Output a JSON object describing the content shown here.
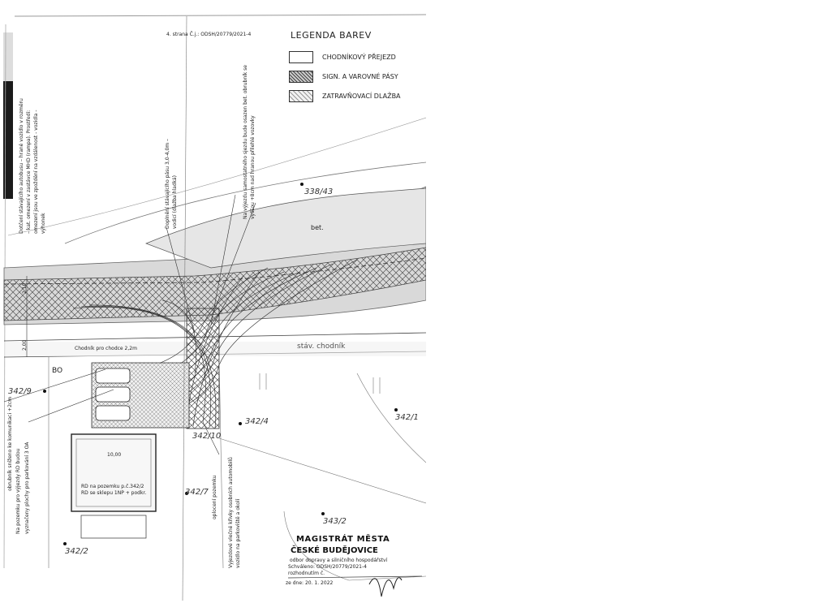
{
  "document": {
    "reference": "4. strana Č.j.: ODSH/20779/2021-4",
    "legend": {
      "title": "LEGENDA  BAREV",
      "items": [
        {
          "label": "CHODNÍKOVÝ PŘEJEZD",
          "pattern": "plain"
        },
        {
          "label": "SIGN. A VAROVNÉ PÁSY",
          "pattern": "dense"
        },
        {
          "label": "ZATRAVŇOVACÍ DLAŽBA",
          "pattern": "sparse"
        }
      ]
    },
    "parcels": [
      "338/43",
      "342/10",
      "342/4",
      "342/1",
      "342/9",
      "342/7",
      "342/2",
      "343/2",
      "342/2"
    ],
    "labels": {
      "bet": "bet.",
      "sidewalk": "stáv. chodník",
      "sidewalk_note": "Chodník pro chodce 2,2m",
      "width_left": "10,00",
      "house_line1": "RD na pozemku p.č.342/2",
      "house_line2": "RD se sklepu 1NP + podkr.",
      "bo": "BO",
      "dim_top": "2,10",
      "dim_mid": "2,00"
    },
    "notes": {
      "left_vertical": "Dotčení stávajícího autobusu  – hrané vozidlo v rozměru – kat. omezení v zastávce MHD (rampa). Prostředí: omezení jsou ve zpoždění na vzdálenost - vozidla - výhonek",
      "paving_note": "Doplnění stávajícího pásu 3,0-4,0m  – vodicí (dlažba hladká)",
      "curb_note": "Na výjezdu samostatného sjezdu bude osazen bet. obrubník se vyššou +8cm nad hranou přilehlé vozovky",
      "bottom_left1": "obrubník sníženo ke komunikaci +2cm",
      "bottom_left2": "Na pozemku pro výjezdy RD budou",
      "bottom_left3": "vyznačeny plochy pro parkování 3 OA",
      "bottom_mid": "Vyjezdové vlečné křivky osobních automobilů vozidlo na parkoviště a okolí",
      "stamp_side": "oplocení pozemku"
    },
    "stamp": {
      "line1": "MAGISTRÁT MĚSTA",
      "line2": "ČESKÉ BUDĚJOVICE",
      "line3": "odbor dopravy a silničního hospodářství",
      "line4": "Schváleno: ODSH/20779/2021-4",
      "line5": "rozhodnutím č.",
      "line6": "ze dne: 20. 1. 2022"
    },
    "colors": {
      "ink": "#222222",
      "road_fill": "#d6d6d6",
      "scanbar": "#1a1a1a"
    }
  }
}
